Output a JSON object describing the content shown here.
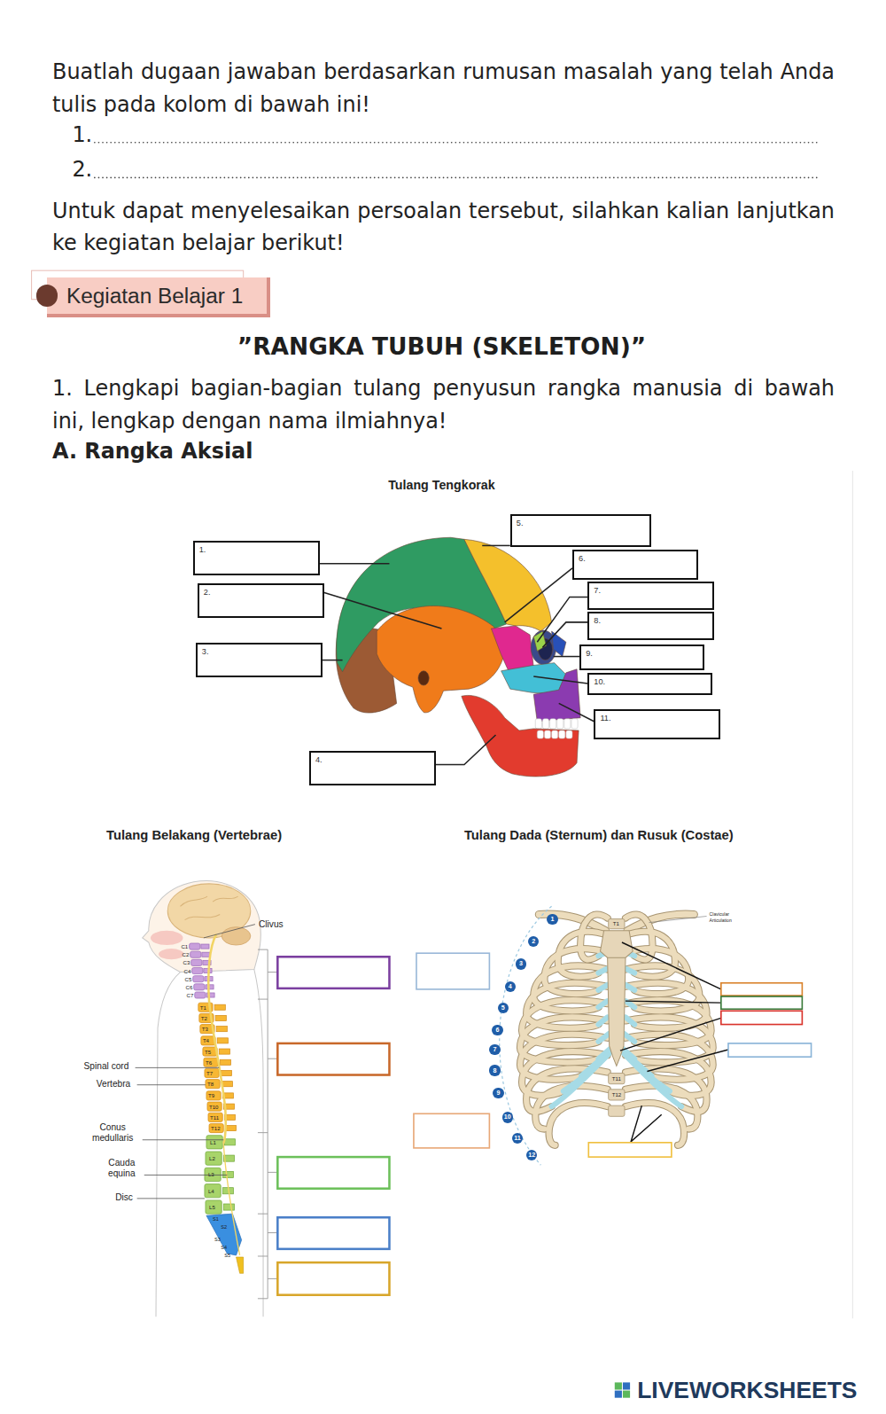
{
  "diagram": {
    "title": "”RANGKA TUBUH (SKELETON)”",
    "nodes": [
      {
        "text": [
          "Kegiatan Belajar 1"
        ]
      },
      {
        "text": [
          "1."
        ]
      },
      {
        "text": [
          "2."
        ]
      },
      {
        "text": [
          "3."
        ]
      },
      {
        "text": [
          "4."
        ]
      },
      {
        "text": [
          "5."
        ]
      },
      {
        "text": [
          "6."
        ]
      },
      {
        "text": [
          "7."
        ]
      },
      {
        "text": [
          "8."
        ]
      },
      {
        "text": [
          "9."
        ]
      },
      {
        "text": [
          "10."
        ]
      },
      {
        "text": [
          "11."
        ]
      },
      {
        "text": [
          "1"
        ]
      },
      {
        "text": [
          "2"
        ]
      },
      {
        "text": [
          "3"
        ]
      },
      {
        "text": [
          "4"
        ]
      },
      {
        "text": [
          "5"
        ]
      },
      {
        "text": [
          "6"
        ]
      },
      {
        "text": [
          "7"
        ]
      },
      {
        "text": [
          "8"
        ]
      },
      {
        "text": [
          "9"
        ]
      },
      {
        "text": [
          "10"
        ]
      },
      {
        "text": [
          "11"
        ]
      },
      {
        "text": [
          "12"
        ]
      }
    ],
    "labels": [
      "Buatlah dugaan jawaban berdasarkan rumusan masalah yang telah Anda tulis pada kolom di bawah ini!",
      "1.",
      "2.",
      "Untuk dapat menyelesaikan persoalan tersebut, silahkan kalian lanjutkan ke kegiatan belajar berikut!",
      "1. Lengkapi bagian-bagian tulang penyusun rangka manusia di bawah ini, lengkap dengan nama ilmiahnya!",
      "A. Rangka Aksial",
      "Tulang Tengkorak",
      "Tulang Belakang (Vertebrae)",
      "Tulang Dada (Sternum) dan Rusuk (Costae)",
      "Clivus",
      "C1",
      "C2",
      "C3",
      "C4",
      "C5",
      "C6",
      "C7",
      "Spinal cord",
      "Vertebra",
      "T1",
      "T2",
      "T3",
      "T4",
      "T5",
      "T6",
      "T7",
      "T8",
      "T9",
      "T10",
      "T11",
      "T12",
      "Conus medullaris",
      "L1",
      "L2",
      "L3",
      "L4",
      "L5",
      "Cauda equina",
      "Disc",
      "S1",
      "S2",
      "S3",
      "S4",
      "S5",
      "Clavicular Articulation",
      "T1",
      "T11",
      "T12",
      "LIVEWORKSHEETS"
    ]
  }
}
